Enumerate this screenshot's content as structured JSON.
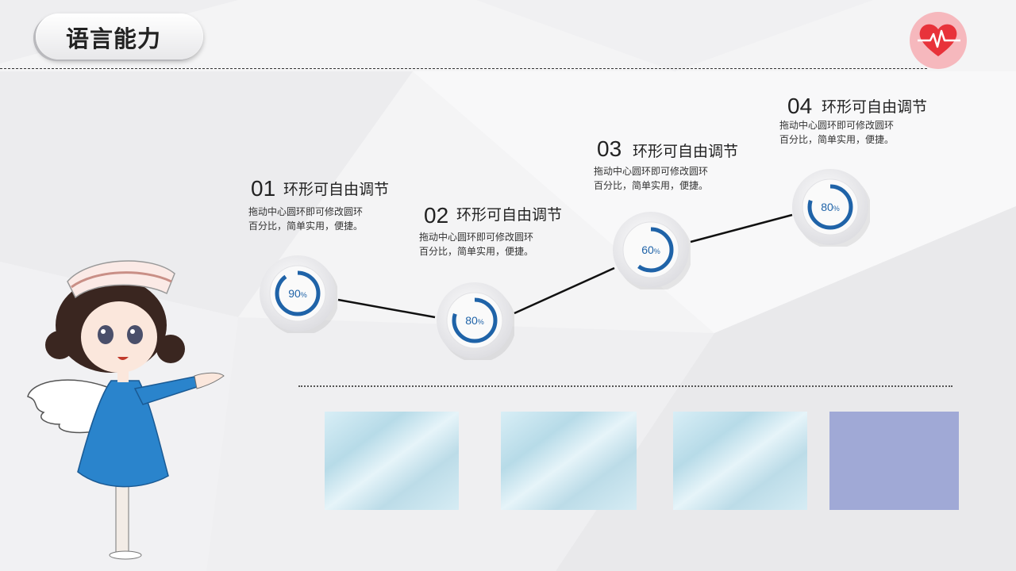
{
  "header": {
    "title": "语言能力"
  },
  "steps": [
    {
      "num": "01",
      "title": "环形可自由调节",
      "desc_line1": "拖动中心圆环即可修改圆环",
      "desc_line2": "百分比，简单实用，便捷。",
      "value": "90",
      "unit": "%",
      "progress": 0.9
    },
    {
      "num": "02",
      "title": "环形可自由调节",
      "desc_line1": "拖动中心圆环即可修改圆环",
      "desc_line2": "百分比，简单实用，便捷。",
      "value": "80",
      "unit": "%",
      "progress": 0.8
    },
    {
      "num": "03",
      "title": "环形可自由调节",
      "desc_line1": "拖动中心圆环即可修改圆环",
      "desc_line2": "百分比，简单实用，便捷。",
      "value": "60",
      "unit": "%",
      "progress": 0.6
    },
    {
      "num": "04",
      "title": "环形可自由调节",
      "desc_line1": "拖动中心圆环即可修改圆环",
      "desc_line2": "百分比，简单实用，便捷。",
      "value": "80",
      "unit": "%",
      "progress": 0.8
    }
  ],
  "colors": {
    "ring": "#1f63a8",
    "heart": "#e8323a",
    "badge": "#f6b8bd",
    "nurse_uniform": "#2a84cc",
    "panel_purple": "#a0a9d6",
    "panel_glass": "#cfe6f1"
  },
  "icons": {
    "badge": "heart-pulse-icon"
  }
}
